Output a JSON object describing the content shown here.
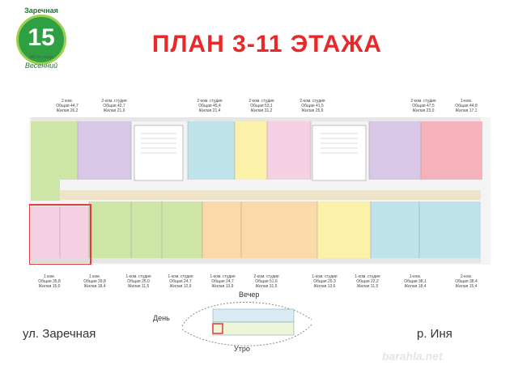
{
  "logo": {
    "top": "Заречная",
    "number": "15",
    "sub1": "ЖК по улице",
    "sub2": "Весенний"
  },
  "title": "ПЛАН 3-11 ЭТАЖА",
  "plan": {
    "top_captions": [
      {
        "t1": "2 ком.",
        "t2": "Общая 44,7",
        "t3": "Жилая 26,2"
      },
      {
        "t1": "2-ком. студия",
        "t2": "Общая 42,7",
        "t3": "Жилая 21,9"
      },
      {
        "t1": "2-ком. студия",
        "t2": "Общая 45,4",
        "t3": "Жилая 21,4"
      },
      {
        "t1": "2-ком. студия",
        "t2": "Общая 53,1",
        "t3": "Жилая 31,2"
      },
      {
        "t1": "2-ком. студия",
        "t2": "Общая 41,5",
        "t3": "Жилая 25,9"
      },
      {
        "t1": "2-ком. студия",
        "t2": "Общая 47,5",
        "t3": "Жилая 23,0"
      },
      {
        "t1": "1-ком.",
        "t2": "Общая 44,8",
        "t3": "Жилая 17,1"
      }
    ],
    "bottom_captions": [
      {
        "t1": "1 ком.",
        "t2": "Общая 35,8",
        "t3": "Жилая 15,0"
      },
      {
        "t1": "1 ком.",
        "t2": "Общая 39,8",
        "t3": "Жилая 18,4"
      },
      {
        "t1": "1-ком. студия",
        "t2": "Общая 25,0",
        "t3": "Жилая 11,5"
      },
      {
        "t1": "1-ком. студия",
        "t2": "Общая 24,7",
        "t3": "Жилая 12,9"
      },
      {
        "t1": "1-ком. студия",
        "t2": "Общая 24,7",
        "t3": "Жилая 13,9"
      },
      {
        "t1": "2-ком. студия",
        "t2": "Общая 51,6",
        "t3": "Жилая 31,5"
      },
      {
        "t1": "1-ком. студия",
        "t2": "Общая 29,3",
        "t3": "Жилая 13,6"
      },
      {
        "t1": "1-ком. студия",
        "t2": "Общая 22,2",
        "t3": "Жилая 11,5"
      },
      {
        "t1": "1-ком.",
        "t2": "Общая 38,1",
        "t3": "Жилая 18,4"
      },
      {
        "t1": "2-ком.",
        "t2": "Общая 38,4",
        "t3": "Жилая 15,4"
      }
    ]
  },
  "compass": {
    "evening": "Вечер",
    "morning": "Утро",
    "day": "День"
  },
  "streets": {
    "left": "ул. Заречная",
    "right": "р. Иня"
  },
  "watermark": "barahla.net",
  "colors": {
    "title": "#e8282b",
    "highlight": "#e33a3a"
  }
}
